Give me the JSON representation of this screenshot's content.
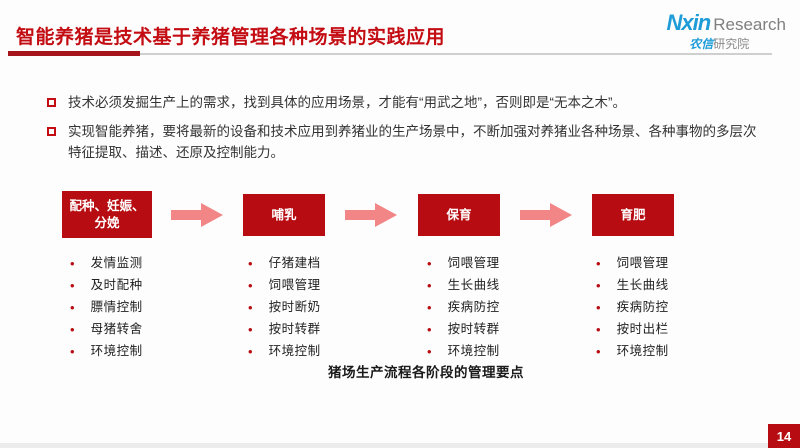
{
  "slide": {
    "title": "智能养猪是技术基于养猪管理各种场景的实践应用",
    "caption": "猪场生产流程各阶段的管理要点",
    "page_number": "14"
  },
  "logo": {
    "brand_en": "Nxin",
    "brand_en_suffix": "Research",
    "brand_cn": "农信",
    "brand_cn_suffix": "研究院"
  },
  "bullets": [
    "技术必须发掘生产上的需求，找到具体的应用场景，才能有“用武之地”，否则即是“无本之木”。",
    "实现智能养猪，要将最新的设备和技术应用到养猪业的生产场景中，不断加强对养猪业各种场景、各种事物的多层次特征提取、描述、还原及控制能力。"
  ],
  "flow": {
    "stages": [
      {
        "label": "配种、妊娠、分娩",
        "items": [
          "发情监测",
          "及时配种",
          "膘情控制",
          "母猪转舍",
          "环境控制"
        ]
      },
      {
        "label": "哺乳",
        "items": [
          "仔猪建档",
          "饲喂管理",
          "按时断奶",
          "按时转群",
          "环境控制"
        ]
      },
      {
        "label": "保育",
        "items": [
          "饲喂管理",
          "生长曲线",
          "疾病防控",
          "按时转群",
          "环境控制"
        ]
      },
      {
        "label": "育肥",
        "items": [
          "饲喂管理",
          "生长曲线",
          "疾病防控",
          "按时出栏",
          "环境控制"
        ]
      }
    ]
  },
  "colors": {
    "accent_red": "#b70d12",
    "title_red": "#c30d13",
    "arrow_pink": "#f28585",
    "logo_blue": "#1e9cd7",
    "logo_gray": "#7f7f7f"
  }
}
